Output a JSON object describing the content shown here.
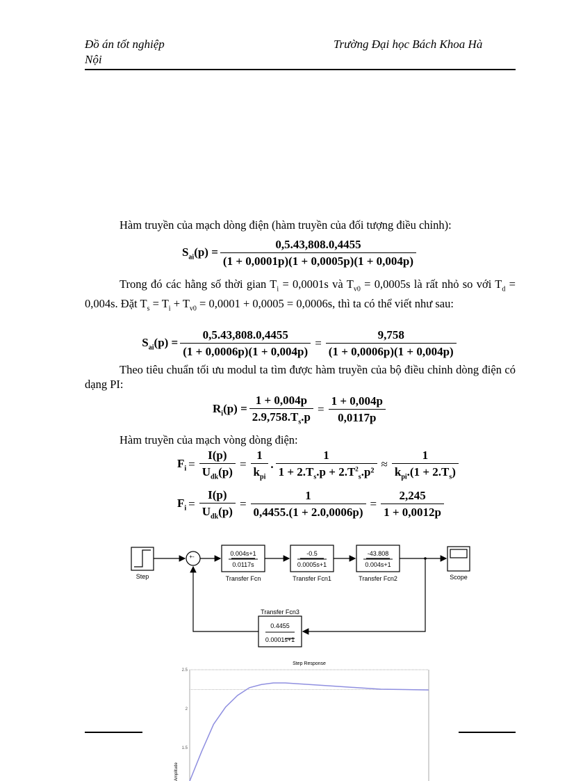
{
  "header": {
    "left_line1": "Đồ án tốt nghiệp",
    "left_line2": "Nội",
    "right": "Trường Đại học Bách Khoa Hà"
  },
  "paragraphs": [
    "Hàm truyền của mạch dòng điện (hàm truyền của đối tượng điều chỉnh):",
    "Theo tiêu chuẩn tối ưu modul ta tìm được hàm truyền của bộ điều chỉnh dòng điện có dạng PI:",
    "Hàm truyền của mạch vòng dòng điện:"
  ],
  "para_time": {
    "a": "Trong đó các hằng số thời gian T",
    "a_sub": "i",
    "b": " = 0,0001s và T",
    "b_sub": "v0",
    "c": " = 0,0005s  là rất nhỏ so với T",
    "c_sub": "d",
    "d": " = 0,004s. Đặt T",
    "d_sub": "s",
    "e": " = T",
    "e_sub": "i",
    "f": " + T",
    "f_sub": "v0",
    "g": " = 0,0001 + 0,0005 = 0,0006s, thì ta có thể viết như sau:"
  },
  "eq1": {
    "lhs": "S",
    "lhs_sub": "ai",
    "lhs_rest": "(p) =",
    "num": "0,5.43,808.0,4455",
    "den": "(1 + 0,0001p)(1 + 0,0005p)(1 + 0,004p)"
  },
  "eq2": {
    "lhs": "S",
    "lhs_sub": "ai",
    "lhs_rest": "(p) =",
    "num1": "0,5.43,808.0,4455",
    "den1": "(1 + 0,0006p)(1 + 0,004p)",
    "eq": "=",
    "num2": "9,758",
    "den2": "(1 + 0,0006p)(1 + 0,004p)"
  },
  "eq3": {
    "lhs": "R",
    "lhs_sub": "i",
    "lhs_rest": "(p) =",
    "num1": "1 + 0,004p",
    "den1": "2.9,758.T",
    "den1_sub": "s",
    "den1_rest": ".p",
    "eq": "=",
    "num2": "1 + 0,004p",
    "den2": "0,0117p"
  },
  "eq4": {
    "lhs": "F",
    "lhs_sub": "i",
    "eq": "=",
    "num1": "I(p)",
    "den1": "U",
    "den1_sub": "dk",
    "den1_rest": "(p)",
    "num2": "1",
    "den2": "k",
    "den2_sub": "pi",
    "dot": ".",
    "num3": "1",
    "den3": "1 + 2.T",
    "den3_sub": "s",
    "den3_mid": ".p + 2.T",
    "den3_sup": "2",
    "den3_sub2": "s",
    "den3_rest": ".p²",
    "approx": "≈",
    "num4": "1",
    "den4": "k",
    "den4_sub": "pi",
    "den4_mid": ".(1 + 2.T",
    "den4_sub2": "s",
    "den4_rest": ")"
  },
  "eq5": {
    "lhs": "F",
    "lhs_sub": "i",
    "eq": "=",
    "num1": "I(p)",
    "den1": "U",
    "den1_sub": "dk",
    "den1_rest": "(p)",
    "num2": "1",
    "den2": "0,4455.(1 + 2.0,0006p)",
    "num3": "2,245",
    "den3": "1 + 0,0012p"
  },
  "diagram": {
    "step": "Step",
    "scope": "Scope",
    "blocks": [
      {
        "name": "Transfer Fcn",
        "num": "0.004s+1",
        "den": "0.0117s"
      },
      {
        "name": "Transfer Fcn1",
        "num": "-0.5",
        "den": "0.0005s+1"
      },
      {
        "name": "Transfer Fcn2",
        "num": "-43.808",
        "den": "0.004s+1"
      },
      {
        "name": "Transfer Fcn3",
        "num": "0.4455",
        "den": "0.0001s+1"
      }
    ],
    "sum_signs": "+-"
  },
  "chart_data": {
    "type": "line",
    "title": "Step Response",
    "ylabel": "Amplitude",
    "xlabel": "",
    "yticks": [
      "1.5",
      "2",
      "2.5"
    ],
    "ylim_visible": [
      1.07,
      2.5
    ],
    "grid": true,
    "steady_state": 2.245,
    "series": [
      {
        "color": "#8f8fe0",
        "x": [
          0,
          0.05,
          0.1,
          0.15,
          0.2,
          0.25,
          0.3,
          0.35,
          0.4,
          0.5,
          0.6,
          0.7,
          0.8,
          0.9,
          1.0
        ],
        "y": [
          1.07,
          1.45,
          1.8,
          2.02,
          2.17,
          2.27,
          2.31,
          2.33,
          2.33,
          2.31,
          2.29,
          2.27,
          2.25,
          2.245,
          2.24
        ]
      }
    ]
  }
}
